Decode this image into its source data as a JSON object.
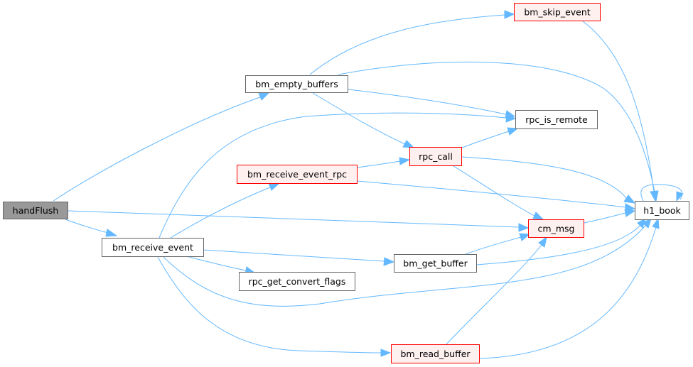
{
  "colors": {
    "edge": "#63b8ff",
    "node_fill": "#ffffff",
    "node_border_default": "#666666",
    "node_fill_focus": "#999999",
    "node_border_truncated": "#ff0000",
    "node_fill_truncated": "#fff0f0"
  },
  "nodes": {
    "handflush": {
      "label": "handFlush"
    },
    "bm_empty_buffers": {
      "label": "bm_empty_buffers"
    },
    "bm_skip_event": {
      "label": "bm_skip_event"
    },
    "rpc_is_remote": {
      "label": "rpc_is_remote"
    },
    "rpc_call": {
      "label": "rpc_call"
    },
    "bm_receive_event_rpc": {
      "label": "bm_receive_event_rpc"
    },
    "h1_book": {
      "label": "h1_book"
    },
    "cm_msg": {
      "label": "cm_msg"
    },
    "bm_receive_event": {
      "label": "bm_receive_event"
    },
    "bm_get_buffer": {
      "label": "bm_get_buffer"
    },
    "rpc_get_convert_flags": {
      "label": "rpc_get_convert_flags"
    },
    "bm_read_buffer": {
      "label": "bm_read_buffer"
    }
  }
}
